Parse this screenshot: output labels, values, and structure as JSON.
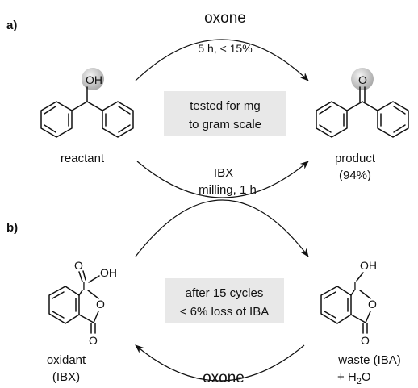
{
  "panel_a": {
    "label": "a)",
    "top_reagent": "oxone",
    "top_conditions": "5 h, < 15%",
    "box_line1": "tested for mg",
    "box_line2": "to gram scale",
    "bottom_reagent": "IBX",
    "bottom_conditions": "milling, 1 h",
    "reactant_label": "reactant",
    "reactant_atom": "OH",
    "product_label": "product",
    "product_yield": "(94%)",
    "product_atom": "O"
  },
  "panel_b": {
    "label": "b)",
    "box_line1": "after 15 cycles",
    "box_line2": "< 6% loss of IBA",
    "oxidant_label": "oxidant",
    "oxidant_sub": "(IBX)",
    "waste_label": "waste (IBA)",
    "waste_sub_prefix": "+ H",
    "waste_sub_index": "2",
    "waste_sub_suffix": "O",
    "bottom_reagent": "oxone",
    "ibx_atoms": {
      "iodine": "I",
      "oxo": "O",
      "hydroxyl": "OH",
      "ring_o": "O",
      "carbonyl_o": "O"
    },
    "iba_atoms": {
      "iodine": "I",
      "hydroxyl": "OH",
      "ring_o": "O",
      "carbonyl_o": "O"
    }
  },
  "colors": {
    "highlight_circle": "#c8c8c8",
    "box_fill": "#e8e8e8",
    "ink": "#111111"
  }
}
